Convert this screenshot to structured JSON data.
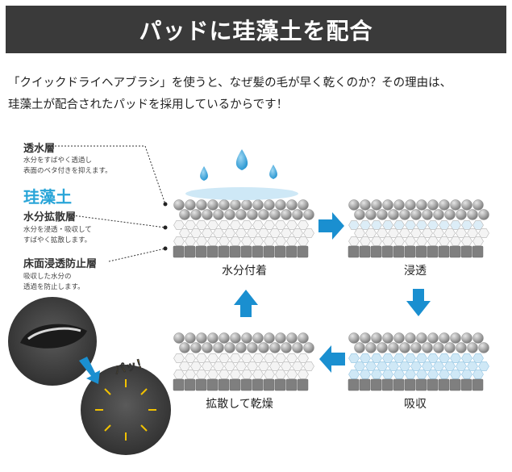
{
  "banner": {
    "title": "パッドに珪藻土を配合"
  },
  "intro": {
    "line1": "「クイックドライヘアブラシ」を使うと、なぜ髪の毛が早く乾くのか？その理由は、",
    "line2": "珪藻土が配合されたパッドを採用しているからです！"
  },
  "callouts": {
    "top": {
      "title": "透水層",
      "desc": "水分をすばやく透過し\n表面のベタ付きを抑えます。"
    },
    "diatom_label": "珪藻土",
    "middle": {
      "title": "水分拡散層",
      "desc": "水分を浸透・吸収して\nすばやく拡散します。"
    },
    "bottom": {
      "title": "床面浸透防止層",
      "desc": "吸収した水分の\n透過を防止します。"
    }
  },
  "stages": {
    "s1": "水分付着",
    "s2": "浸透",
    "s3": "吸収",
    "s4": "拡散して乾燥"
  },
  "sound_effect": "パッ！",
  "colors": {
    "banner_bg": "#3a3a3a",
    "accent_blue": "#29a5d8",
    "water_light": "#bfe0f2",
    "sphere_gray": "#9a9a9a",
    "base_gray": "#7a7a7a"
  }
}
